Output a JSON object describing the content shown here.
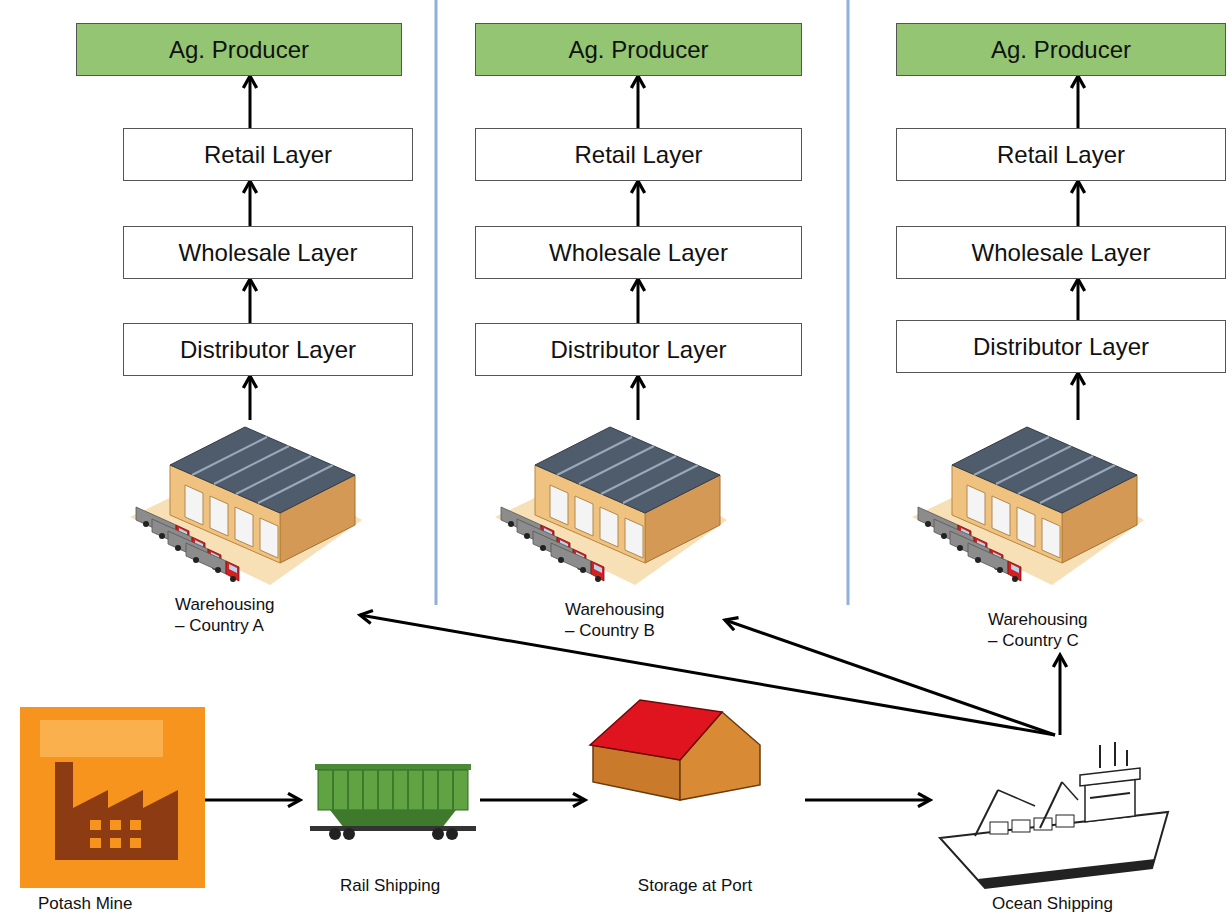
{
  "diagram": {
    "nodes": [
      {
        "text": [
          "Ag. Producer"
        ]
      },
      {
        "text": [
          "Retail Layer"
        ]
      },
      {
        "text": [
          "Wholesale Layer"
        ]
      },
      {
        "text": [
          "Distributor Layer"
        ]
      },
      {
        "text": [
          "Warehousing – Country A"
        ]
      },
      {
        "text": [
          "Ag. Producer"
        ]
      },
      {
        "text": [
          "Retail Layer"
        ]
      },
      {
        "text": [
          "Wholesale Layer"
        ]
      },
      {
        "text": [
          "Distributor Layer"
        ]
      },
      {
        "text": [
          "Warehousing – Country B"
        ]
      },
      {
        "text": [
          "Ag. Producer"
        ]
      },
      {
        "text": [
          "Retail Layer"
        ]
      },
      {
        "text": [
          "Wholesale Layer"
        ]
      },
      {
        "text": [
          "Distributor Layer"
        ]
      },
      {
        "text": [
          "Warehousing – Country C"
        ]
      },
      {
        "text": [
          "Potash Mine"
        ]
      },
      {
        "text": [
          "Rail Shipping"
        ]
      },
      {
        "text": [
          "Storage at Port"
        ]
      },
      {
        "text": [
          "Ocean Shipping"
        ]
      }
    ],
    "edges": [
      {
        "from": 4,
        "to": 3,
        "arrow": "to"
      },
      {
        "from": 3,
        "to": 2,
        "arrow": "to"
      },
      {
        "from": 2,
        "to": 1,
        "arrow": "to"
      },
      {
        "from": 1,
        "to": 0,
        "arrow": "to"
      },
      {
        "from": 9,
        "to": 8,
        "arrow": "to"
      },
      {
        "from": 8,
        "to": 7,
        "arrow": "to"
      },
      {
        "from": 7,
        "to": 6,
        "arrow": "to"
      },
      {
        "from": 6,
        "to": 5,
        "arrow": "to"
      },
      {
        "from": 14,
        "to": 13,
        "arrow": "to"
      },
      {
        "from": 13,
        "to": 12,
        "arrow": "to"
      },
      {
        "from": 12,
        "to": 11,
        "arrow": "to"
      },
      {
        "from": 11,
        "to": 10,
        "arrow": "to"
      },
      {
        "from": 15,
        "to": 16,
        "arrow": "to"
      },
      {
        "from": 16,
        "to": 17,
        "arrow": "to"
      },
      {
        "from": 17,
        "to": 18,
        "arrow": "to"
      },
      {
        "from": 18,
        "to": 4,
        "arrow": "to"
      },
      {
        "from": 18,
        "to": 9,
        "arrow": "to"
      },
      {
        "from": 18,
        "to": 14,
        "arrow": "to"
      }
    ]
  }
}
